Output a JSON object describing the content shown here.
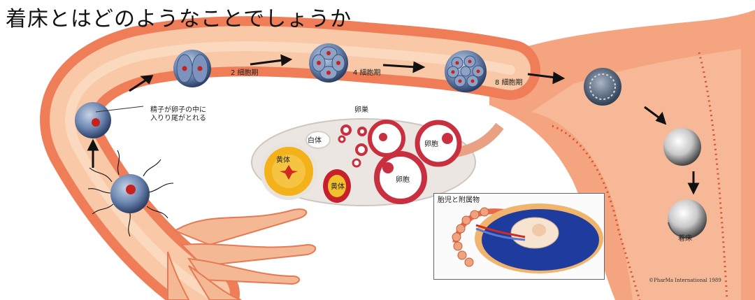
{
  "title": "着床とはどのようなことでしょうか",
  "labels": {
    "sperm_entry": [
      "精子が卵子の中に",
      "入りり尾がとれる"
    ],
    "two_cell": "2 細胞期",
    "four_cell": "4 細胞期",
    "eight_cell": "8 細胞期",
    "ovary": "卵巣",
    "corpus_albicans": "白体",
    "corpus_luteum": "黄体",
    "corpus_luteum_2": "黄体",
    "follicle_1": "卵胞",
    "follicle_2": "卵胞",
    "implantation": "着床",
    "inset_title": "胎児と附属物"
  },
  "copyright": "©PharMa International 1989",
  "colors": {
    "tube": "#f3a27a",
    "tube_inner": "#f9c9a6",
    "uterus_wall": "#e8705a",
    "cell_blue": "#4a6fa5",
    "nucleus": "#c8201c",
    "ovary_bg": "#ece6e2",
    "follicle_ring": "#c83040",
    "corpus_yellow": "#f3b21a",
    "embryo_blue": "#1e3b9e"
  },
  "icons": [
    "arrow-icon",
    "cell-icon",
    "ovary-icon",
    "uterus-icon",
    "embryo-icon"
  ]
}
